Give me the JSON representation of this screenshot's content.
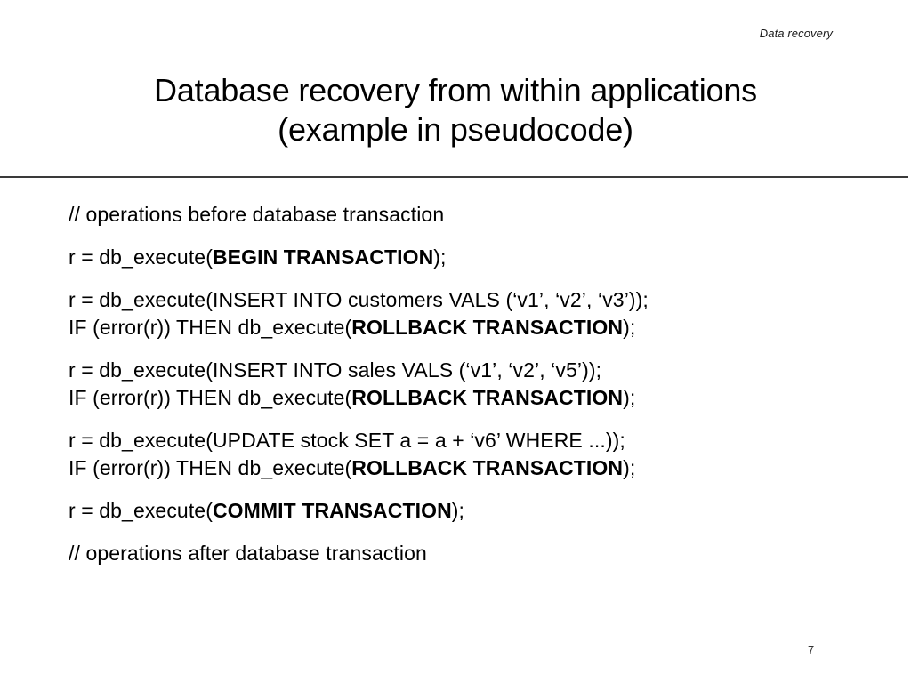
{
  "header": {
    "running_title": "Data recovery"
  },
  "title": {
    "line1": "Database recovery from within applications",
    "line2": "(example in pseudocode)"
  },
  "footer": {
    "page_number": "7"
  },
  "colors": {
    "text": "#000000",
    "divider": "#3a3a3a",
    "background": "#ffffff",
    "page_number": "#333333"
  },
  "code": {
    "blocks": [
      {
        "lines": [
          {
            "pre": "// operations before database transaction",
            "bold": "",
            "post": ""
          }
        ]
      },
      {
        "lines": [
          {
            "pre": "r = db_execute(",
            "bold": "BEGIN TRANSACTION",
            "post": ");"
          }
        ]
      },
      {
        "lines": [
          {
            "pre": "r = db_execute(INSERT INTO customers VALS (‘v1’, ‘v2’, ‘v3’));",
            "bold": "",
            "post": ""
          },
          {
            "pre": "IF (error(r)) THEN db_execute(",
            "bold": "ROLLBACK TRANSACTION",
            "post": ");"
          }
        ]
      },
      {
        "lines": [
          {
            "pre": "r = db_execute(INSERT INTO sales VALS (‘v1’, ‘v2’, ‘v5’));",
            "bold": "",
            "post": ""
          },
          {
            "pre": "IF (error(r)) THEN db_execute(",
            "bold": "ROLLBACK TRANSACTION",
            "post": ");"
          }
        ]
      },
      {
        "lines": [
          {
            "pre": "r = db_execute(UPDATE stock SET a = a + ‘v6’ WHERE ...));",
            "bold": "",
            "post": ""
          },
          {
            "pre": "IF (error(r)) THEN db_execute(",
            "bold": "ROLLBACK TRANSACTION",
            "post": ");"
          }
        ]
      },
      {
        "lines": [
          {
            "pre": "r = db_execute(",
            "bold": "COMMIT TRANSACTION",
            "post": ");"
          }
        ]
      },
      {
        "lines": [
          {
            "pre": "// operations after database transaction",
            "bold": "",
            "post": ""
          }
        ]
      }
    ]
  }
}
